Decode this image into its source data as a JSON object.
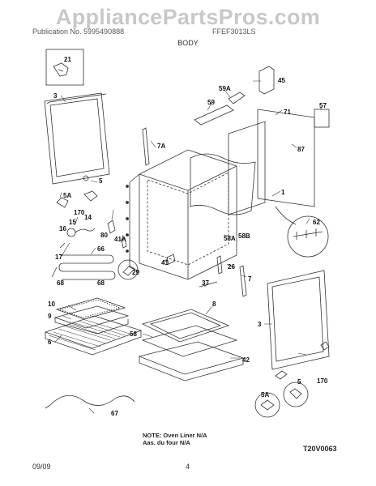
{
  "watermark": "AppliancePartsPros.com",
  "header": {
    "left": "Publication No. 5995490888",
    "right": "FFEF3013LS",
    "section": "BODY"
  },
  "footer": {
    "date": "09/09",
    "page": "4"
  },
  "diagram_code": "T20V0063",
  "note": {
    "line1": "NOTE: Oven Liner N/A",
    "line2": "Aas. du four N/A"
  },
  "part_labels": {
    "p21": "21",
    "p3a": "3",
    "p5a": "5",
    "p5A_a": "5A",
    "p170a": "170",
    "p14": "14",
    "p15": "15",
    "p16": "16",
    "p17": "17",
    "p66": "66",
    "p68a": "68",
    "p68b": "68",
    "p80": "80",
    "p41A": "41A",
    "p41": "41",
    "p29": "29",
    "p7A": "7A",
    "p45": "45",
    "p59A": "59A",
    "p59": "59",
    "p71": "71",
    "p57": "57",
    "p87": "87",
    "p1": "1",
    "p62": "62",
    "p58A": "58A",
    "p58B": "58B",
    "p26": "26",
    "p7": "7",
    "p37": "37",
    "p10": "10",
    "p9": "9",
    "p6": "6",
    "p8": "8",
    "p58": "58",
    "p42": "42",
    "p3b": "3",
    "p170b": "170",
    "p5A_b": "5A",
    "p5b": "5",
    "p67": "67"
  }
}
